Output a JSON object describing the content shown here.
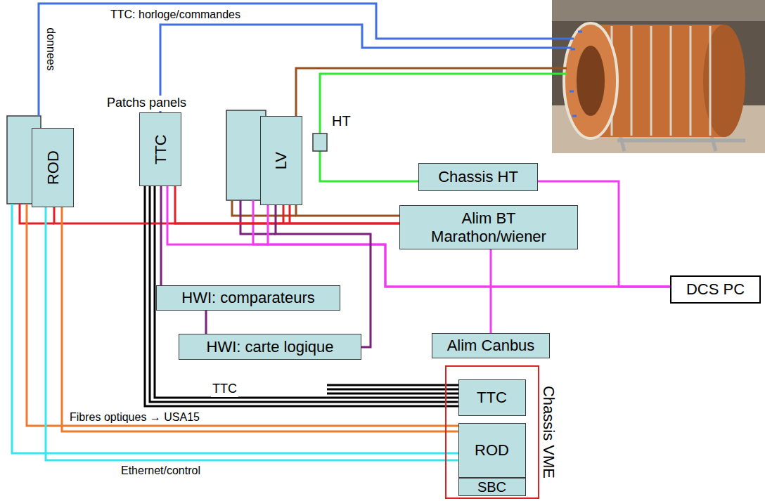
{
  "diagram": {
    "nodes": [
      {
        "text": [
          "ROD"
        ]
      },
      {
        "text": [
          "TTC"
        ]
      },
      {
        "text": [
          "LV"
        ]
      },
      {
        "text": [
          "Chassis HT"
        ]
      },
      {
        "text": [
          "Alim BT Marathon/wiener"
        ]
      },
      {
        "text": [
          "DCS PC"
        ]
      },
      {
        "text": [
          "HWI: comparateurs"
        ]
      },
      {
        "text": [
          "HWI: carte logique"
        ]
      },
      {
        "text": [
          "Alim Canbus"
        ]
      },
      {
        "text": [
          "Chassis VME"
        ]
      },
      {
        "text": [
          "TTC"
        ],
        "in": 9
      },
      {
        "text": [
          "ROD"
        ],
        "in": 9
      },
      {
        "text": [
          "SBC"
        ],
        "in": 9
      }
    ],
    "edges": [
      {
        "from": 0,
        "to": 4,
        "arrow": "none"
      },
      {
        "from": 1,
        "to": 4,
        "arrow": "none"
      },
      {
        "from": 2,
        "to": 4,
        "arrow": "none"
      },
      {
        "from": 1,
        "to": 5,
        "arrow": "none"
      },
      {
        "from": 2,
        "to": 5,
        "arrow": "none"
      },
      {
        "from": 3,
        "to": 5,
        "arrow": "none"
      },
      {
        "from": 4,
        "to": 8,
        "arrow": "none"
      },
      {
        "from": 1,
        "to": 6,
        "arrow": "none"
      },
      {
        "from": 6,
        "to": 7,
        "arrow": "none"
      },
      {
        "from": 2,
        "to": 7,
        "arrow": "none"
      },
      {
        "from": 1,
        "to": 10,
        "label": "TTC",
        "arrow": "none"
      },
      {
        "from": 0,
        "to": 11,
        "label": "Fibres optiques → USA15",
        "arrow": "none"
      },
      {
        "from": 0,
        "to": 11,
        "label": "Ethernet/control",
        "arrow": "none"
      }
    ],
    "labels": [
      "donnees",
      "TTC: horloge/commandes",
      "Patchs panels",
      "HT"
    ]
  }
}
